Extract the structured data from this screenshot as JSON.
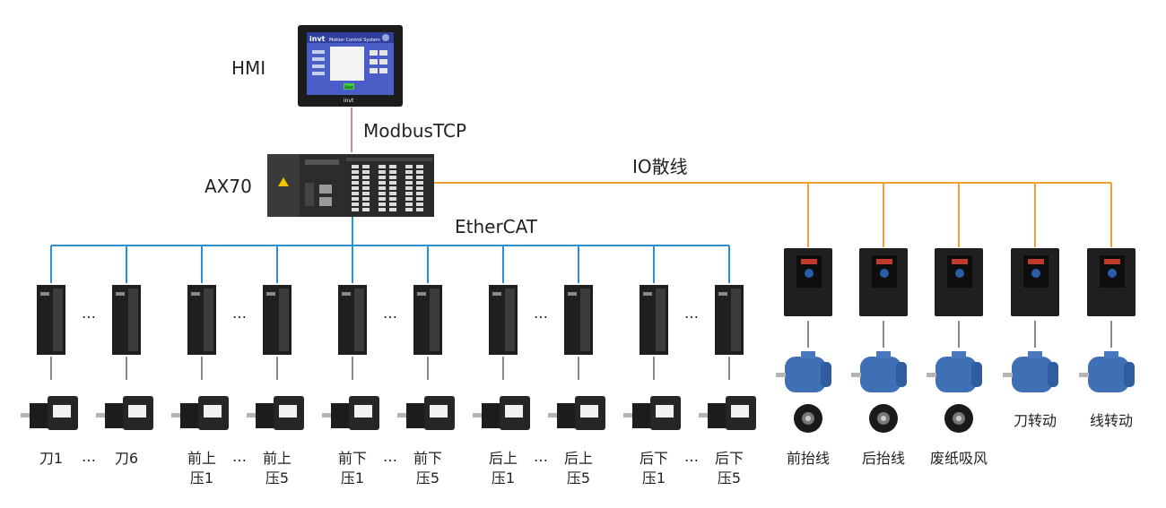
{
  "colors": {
    "ethercat_line": "#2b8fd0",
    "io_line": "#f0a032",
    "connector": "#888888",
    "modbus_line": "#b89090",
    "device_dark": "#1f1f1f",
    "hmi_screen": "#4b5ec8",
    "motor_body": "#3f6fb5"
  },
  "labels": {
    "hmi": "HMI",
    "modbus": "ModbusTCP",
    "plc": "AX70",
    "io": "IO散线",
    "ethercat": "EtherCAT"
  },
  "hmi_screen": {
    "brand": "invt",
    "title": "Motion Control System",
    "start": "Start"
  },
  "servo_axes": [
    {
      "line1": "刀1",
      "line2": ""
    },
    {
      "line1": "刀6",
      "line2": ""
    },
    {
      "line1": "前上",
      "line2": "压1"
    },
    {
      "line1": "前上",
      "line2": "压5"
    },
    {
      "line1": "前下",
      "line2": "压1"
    },
    {
      "line1": "前下",
      "line2": "压5"
    },
    {
      "line1": "后上",
      "line2": "压1"
    },
    {
      "line1": "后上",
      "line2": "压5"
    },
    {
      "line1": "后下",
      "line2": "压1"
    },
    {
      "line1": "后下",
      "line2": "压5"
    }
  ],
  "ellipsis": "…",
  "vfd_axes": [
    {
      "label": "前抬线",
      "encoder": true
    },
    {
      "label": "后抬线",
      "encoder": true
    },
    {
      "label": "废纸吸风",
      "encoder": true
    },
    {
      "label": "刀转动",
      "encoder": false
    },
    {
      "label": "线转动",
      "encoder": false
    }
  ]
}
